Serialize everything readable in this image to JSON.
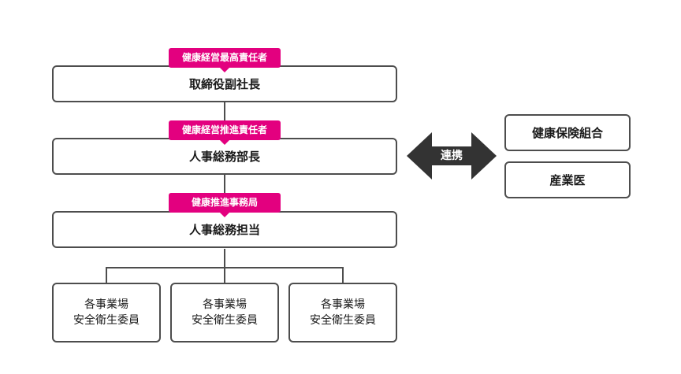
{
  "organization": {
    "roles": [
      {
        "tag": "健康経営最高責任者",
        "title": "取締役副社長"
      },
      {
        "tag": "健康経営推進責任者",
        "title": "人事総務部長"
      },
      {
        "tag": "健康推進事務局",
        "title": "人事総務担当"
      }
    ],
    "committees": [
      {
        "line1": "各事業場",
        "line2": "安全衛生委員"
      },
      {
        "line1": "各事業場",
        "line2": "安全衛生委員"
      },
      {
        "line1": "各事業場",
        "line2": "安全衛生委員"
      }
    ]
  },
  "link": {
    "label": "連携"
  },
  "partners": [
    "健康保険組合",
    "産業医"
  ],
  "colors": {
    "accent": "#e3007f",
    "border": "#4d4d4d",
    "arrow": "#333333"
  }
}
